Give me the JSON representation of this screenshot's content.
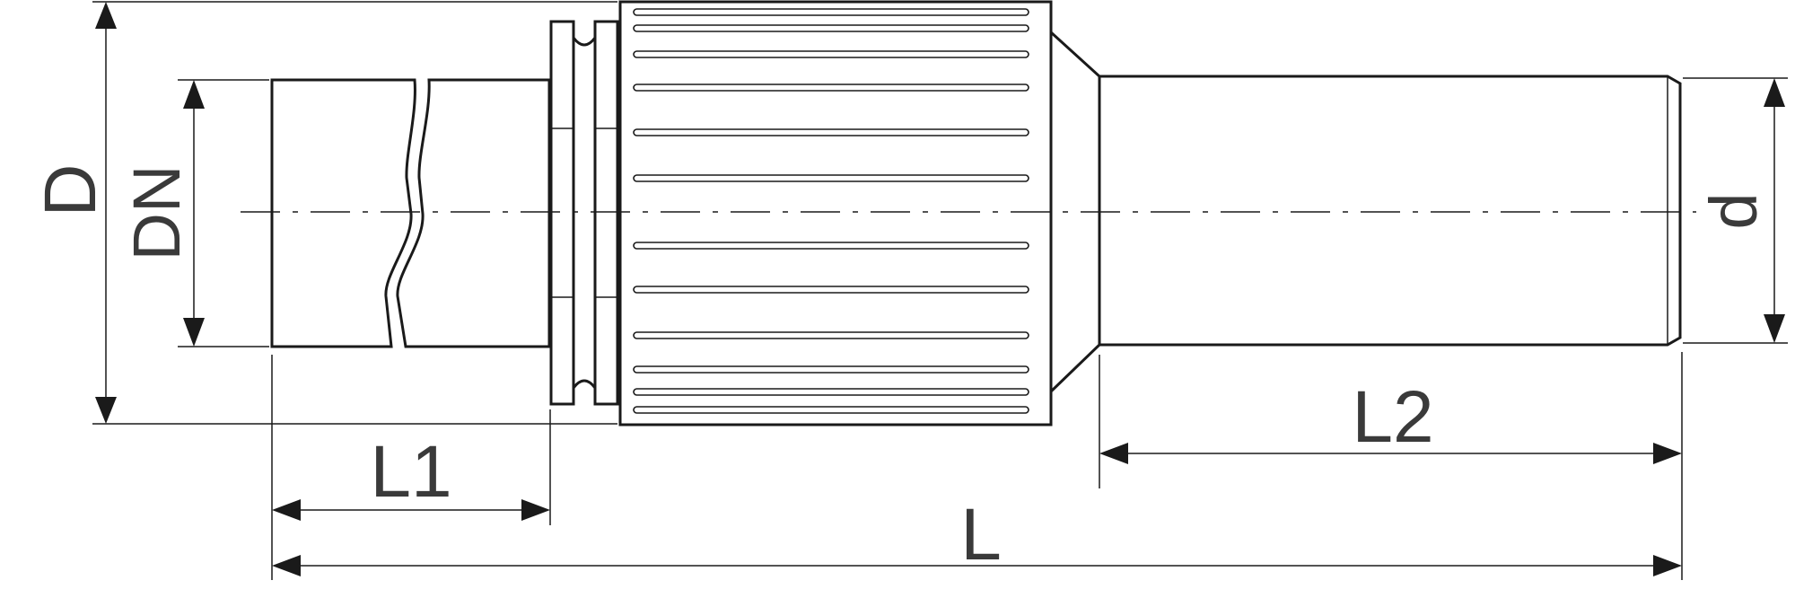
{
  "diagram": {
    "labels": {
      "outer_diameter": "D",
      "nominal_diameter": "DN",
      "spigot_diameter": "d",
      "length_total": "L",
      "length_socket": "L1",
      "length_spigot": "L2"
    },
    "colors": {
      "line": "#1a1a1a",
      "text": "#3a3a3a",
      "background": "#ffffff"
    }
  }
}
